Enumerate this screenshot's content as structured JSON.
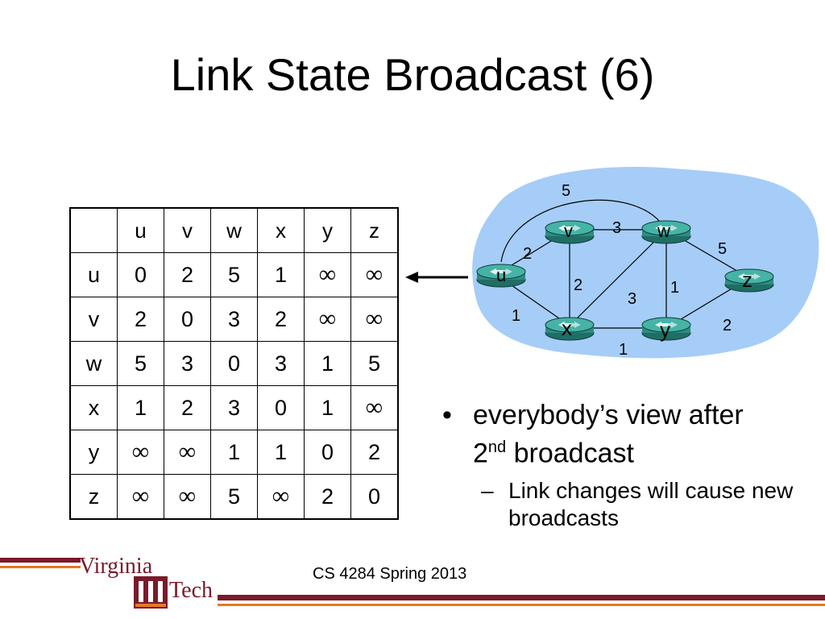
{
  "slide": {
    "title": "Link State Broadcast (6)",
    "footer": "CS 4284 Spring 2013",
    "logo_text": {
      "line1": "Virginia",
      "line2": "Tech"
    }
  },
  "table": {
    "headers": [
      "u",
      "v",
      "w",
      "x",
      "y",
      "z"
    ],
    "rows": [
      {
        "label": "u",
        "cells": [
          "0",
          "2",
          "5",
          "1",
          "∞",
          "∞"
        ]
      },
      {
        "label": "v",
        "cells": [
          "2",
          "0",
          "3",
          "2",
          "∞",
          "∞"
        ]
      },
      {
        "label": "w",
        "cells": [
          "5",
          "3",
          "0",
          "3",
          "1",
          "5"
        ]
      },
      {
        "label": "x",
        "cells": [
          "1",
          "2",
          "3",
          "0",
          "1",
          "∞"
        ]
      },
      {
        "label": "y",
        "cells": [
          "∞",
          "∞",
          "1",
          "1",
          "0",
          "2"
        ]
      },
      {
        "label": "z",
        "cells": [
          "∞",
          "∞",
          "5",
          "∞",
          "2",
          "0"
        ]
      }
    ]
  },
  "network": {
    "nodes": {
      "u": "u",
      "v": "v",
      "w": "w",
      "x": "x",
      "y": "y",
      "z": "z"
    },
    "link_costs": {
      "u_w": "5",
      "u_v": "2",
      "u_x": "1",
      "v_w": "3",
      "v_x": "2",
      "x_w": "3",
      "w_y": "1",
      "w_z": "5",
      "x_y": "1",
      "y_z": "2"
    },
    "colors": {
      "cloud": "#a6cdf7",
      "router": "#2e8b82",
      "router_top": "#45b3a6"
    }
  },
  "bullets": [
    {
      "text_main": "everybody’s view after",
      "text_pre": "2",
      "text_sup": "nd",
      "text_post": " broadcast",
      "sub": "Link changes will cause new broadcasts"
    }
  ],
  "colors": {
    "footer_maroon": "#7a1a2a",
    "footer_orange": "#e87722"
  }
}
